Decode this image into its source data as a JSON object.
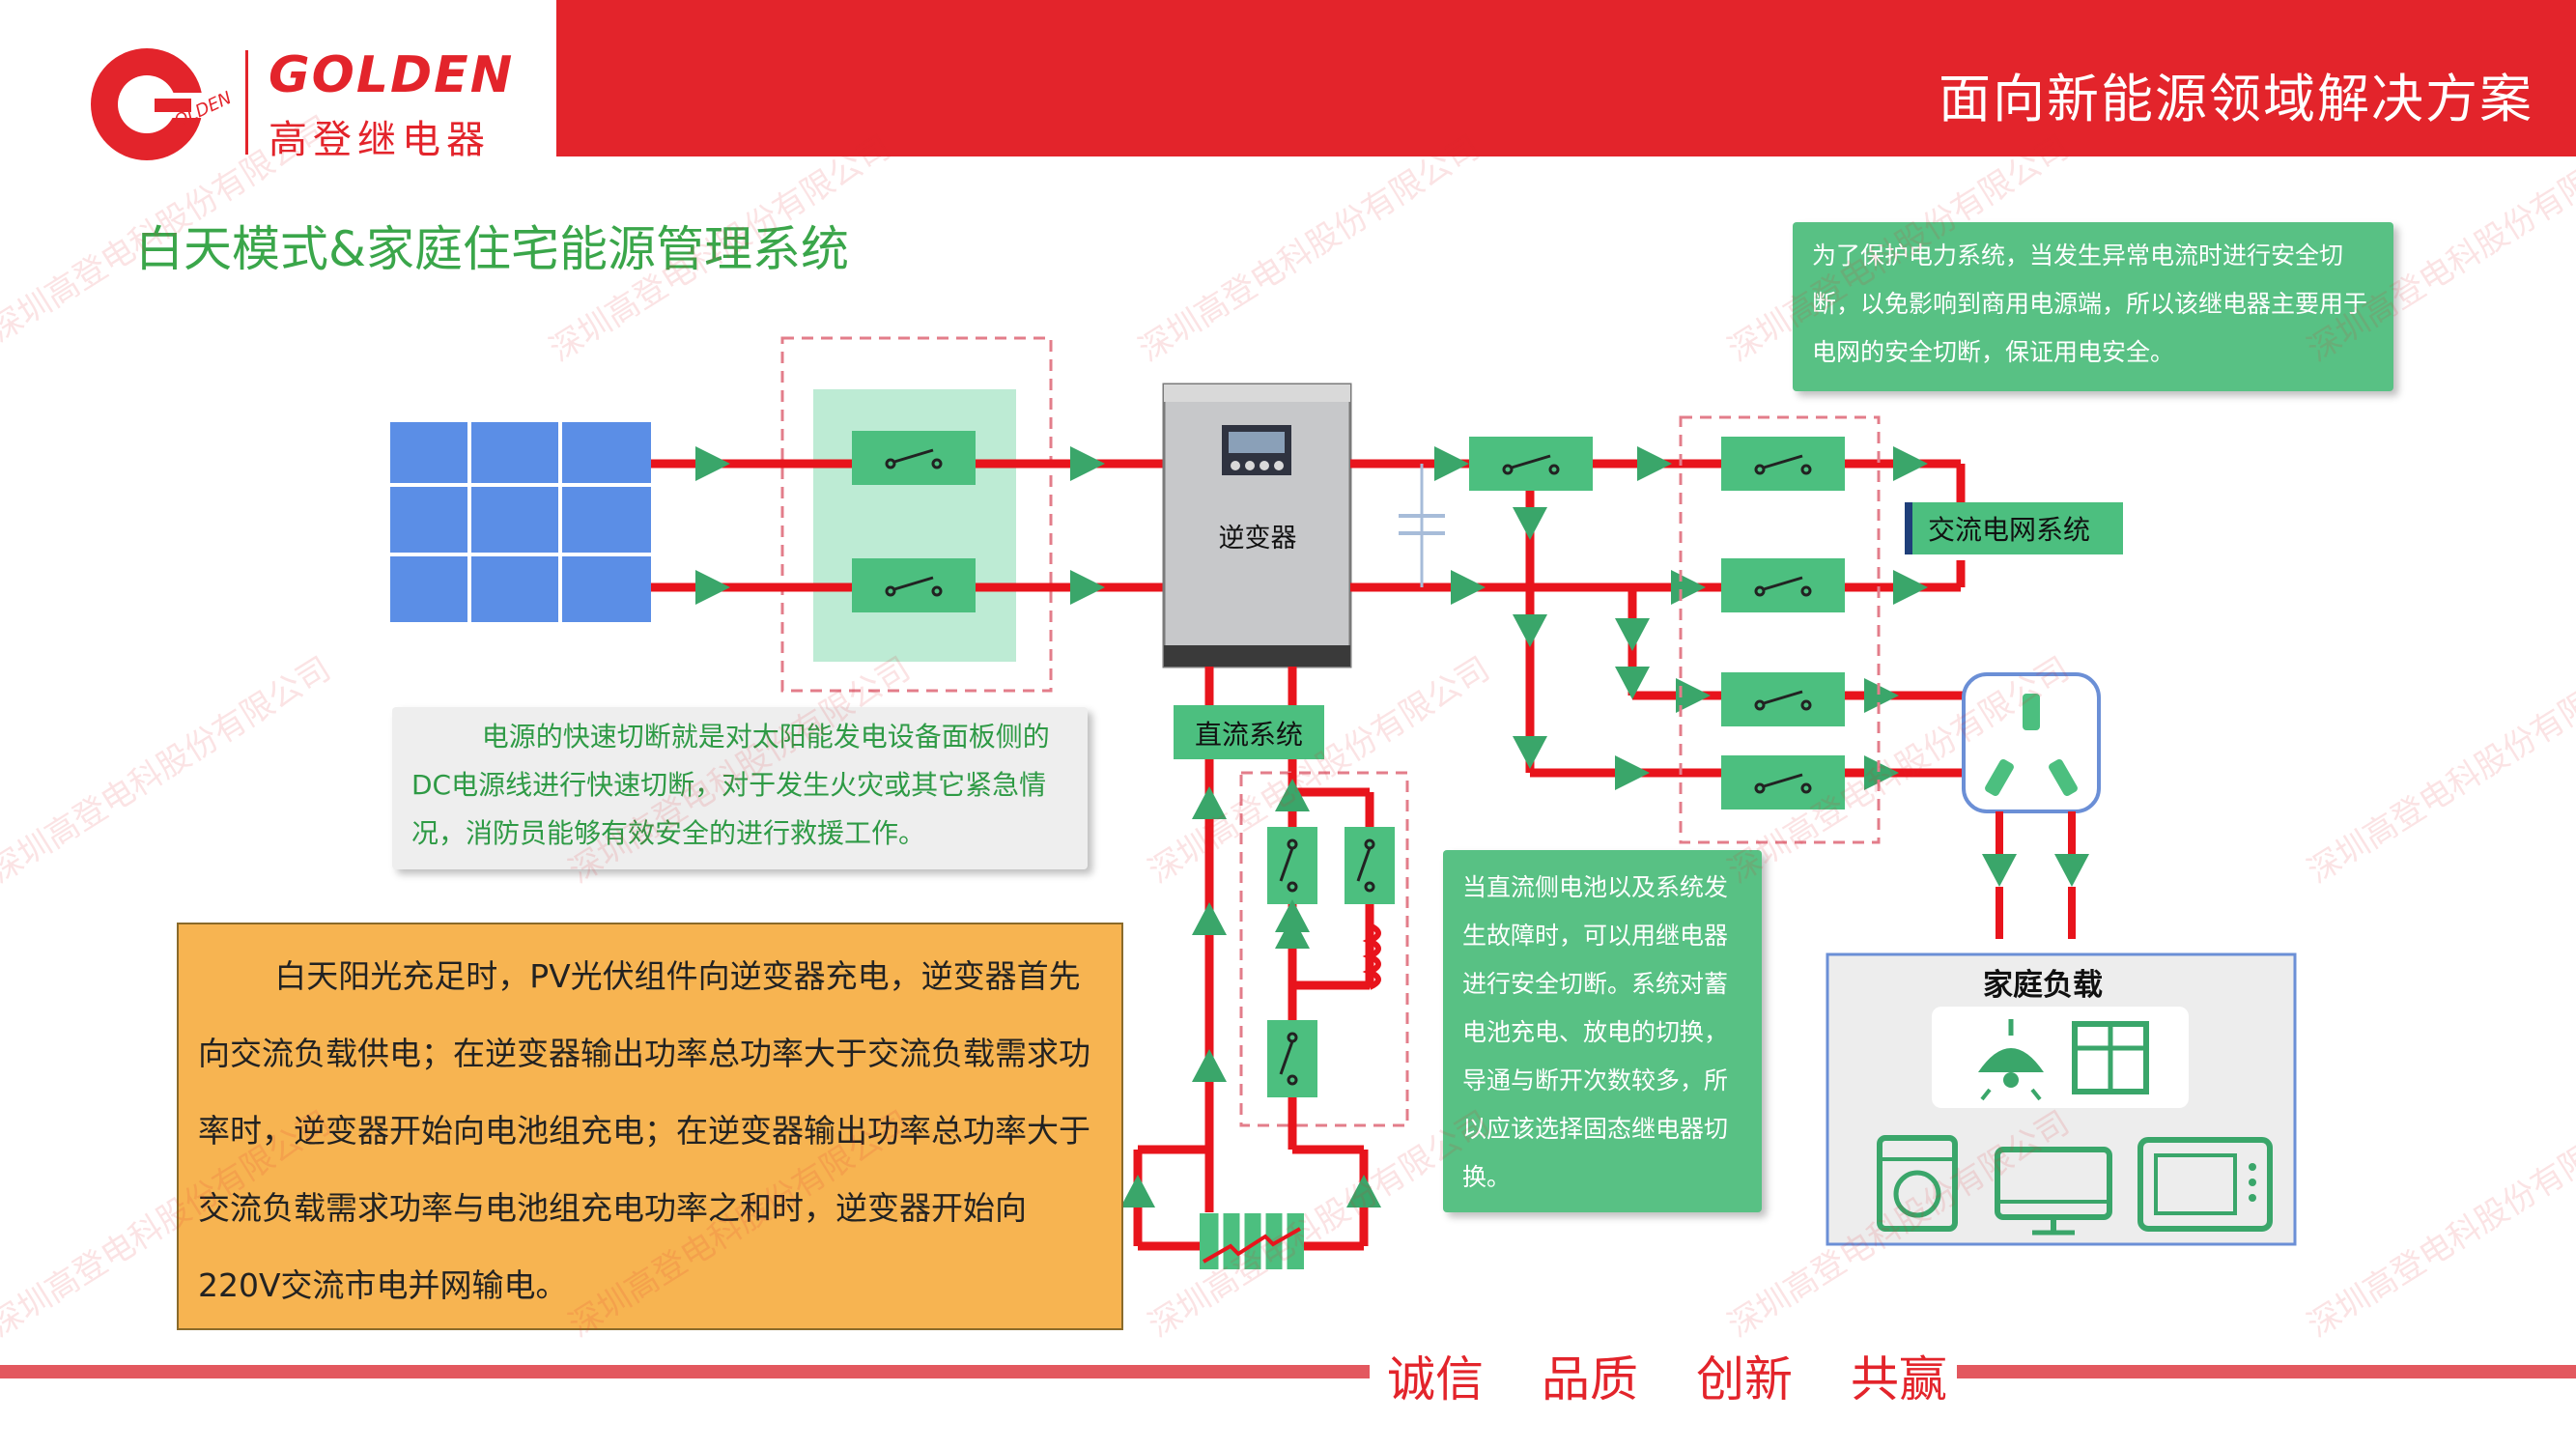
{
  "header": {
    "brand_en": "GOLDEN",
    "brand_cn": "高登继电器",
    "logo_ring_text": "OLDEN",
    "title": "面向新能源领域解决方案"
  },
  "page_title": "白天模式&家庭住宅能源管理系统",
  "diagram": {
    "inverter_label": "逆变器",
    "grid_label": "交流电网系统",
    "dc_label": "直流系统",
    "load_label": "家庭负载"
  },
  "notes": {
    "protect": "为了保护电力系统，当发生异常电流时进行安全切断，以免影响到商用电源端，所以该继电器主要用于电网的安全切断，保证用电安全。",
    "dc": "电源的快速切断就是对太阳能发电设备面板侧的DC电源线进行快速切断，对于发生火灾或其它紧急情况，消防员能够有效安全的进行救援工作。",
    "battery": "当直流侧电池以及系统发生故障时，可以用继电器进行安全切断。系统对蓄电池充电、放电的切换，导通与断开次数较多，所以应该选择固态继电器切换。",
    "daylight": "白天阳光充足时，PV光伏组件向逆变器充电，逆变器首先向交流负载供电；在逆变器输出功率总功率大于交流负载需求功率时，逆变器开始向电池组充电；在逆变器输出功率总功率大于交流负载需求功率与电池组充电功率之和时，逆变器开始向220V交流市电并网输电。"
  },
  "footer": {
    "words": [
      "诚信",
      "品质",
      "创新",
      "共赢"
    ]
  },
  "watermark": "深圳高登电科股份有限公司",
  "colors": {
    "brand_red": "#e3242b",
    "relay_green": "#4cbf7f",
    "arrow_green": "#3aa66a",
    "wire_red": "#e8141c",
    "solar_blue": "#5b8ee6"
  }
}
